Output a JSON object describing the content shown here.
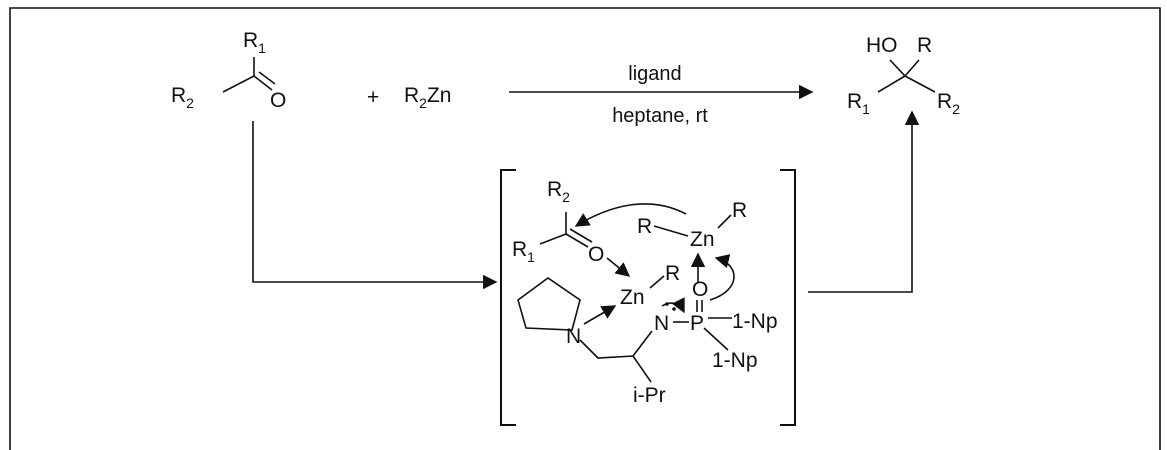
{
  "reaction": {
    "conditions_above": "ligand",
    "conditions_below": "heptane, rt"
  },
  "labels": {
    "R": "R",
    "R1": "R",
    "R2": "R",
    "sub1": "1",
    "sub2": "2",
    "O": "O",
    "plus": "+",
    "zn_reagent": "Zn",
    "HO": "HO",
    "Zn": "Zn",
    "N": "N",
    "P": "P",
    "Np": "1-Np",
    "iPr": "i-Pr"
  }
}
